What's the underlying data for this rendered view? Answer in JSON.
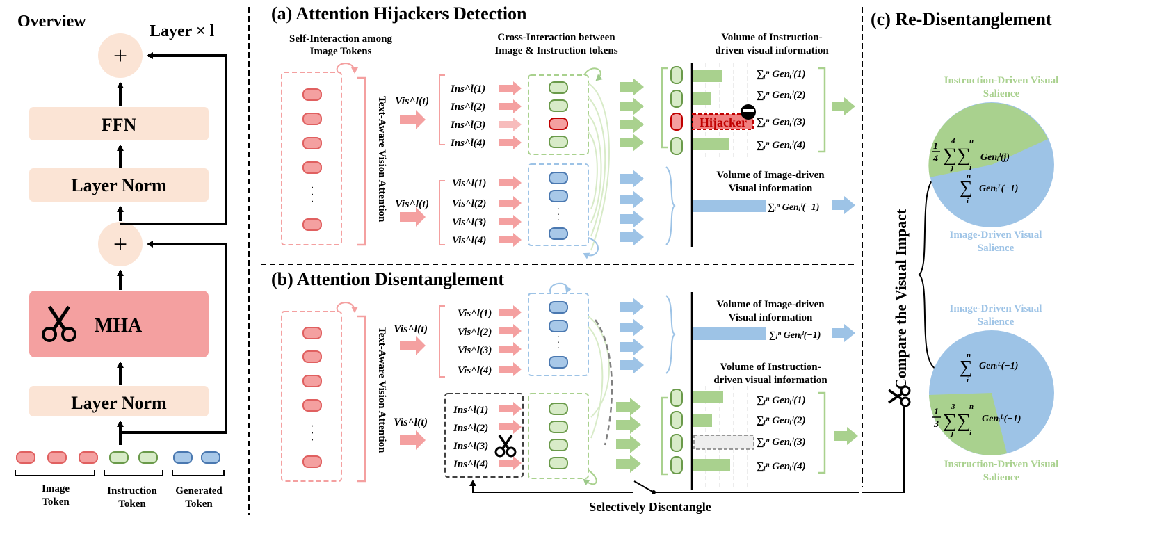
{
  "overview": {
    "title": "Overview",
    "layer_times": "Layer × l",
    "plus_symbol": "+",
    "ffn": "FFN",
    "layer_norm_top": "Layer Norm",
    "mha": "MHA",
    "layer_norm_bottom": "Layer Norm",
    "token_legend": {
      "image": [
        "Image",
        "Token"
      ],
      "instruction": [
        "Instruction",
        "Token"
      ],
      "generated": [
        "Generated",
        "Token"
      ]
    }
  },
  "panel_a": {
    "title": "(a) Attention Hijackers Detection",
    "self_interaction": [
      "Self-Interaction among",
      "Image Tokens"
    ],
    "cross_interaction": [
      "Cross-Interaction between",
      "Image & Instruction tokens"
    ],
    "vertical_label": "Text-Aware Vision Attention",
    "vis_t": "Vis^l(t)",
    "ins_rows": [
      "Ins^l(1)",
      "Ins^l(2)",
      "Ins^l(3)",
      "Ins^l(4)"
    ],
    "vis_rows": [
      "Vis^l(1)",
      "Vis^l(2)",
      "Vis^l(3)",
      "Vis^l(4)"
    ],
    "volume_instruction": [
      "Volume of  Instruction-",
      "driven visual information"
    ],
    "gen_labels": [
      "∑ᵢⁿ Genᵢˡ(1)",
      "∑ᵢⁿ Genᵢˡ(2)",
      "∑ᵢⁿ Genᵢˡ(3)",
      "∑ᵢⁿ Genᵢˡ(4)"
    ],
    "hijacker_label": "Hijacker",
    "volume_image": [
      "Volume of  Image-driven",
      "Visual information"
    ],
    "gen_image_label": "∑ᵢⁿ Genᵢˡ(−1)"
  },
  "panel_b": {
    "title": "(b) Attention Disentanglement",
    "vertical_label": "Text-Aware Vision Attention",
    "vis_t": "Vis^l(t)",
    "vis_rows": [
      "Vis^l(1)",
      "Vis^l(2)",
      "Vis^l(3)",
      "Vis^l(4)"
    ],
    "ins_rows": [
      "Ins^l(1)",
      "Ins^l(2)",
      "Ins^l(3)",
      "Ins^l(4)"
    ],
    "volume_image": [
      "Volume of  Image-driven",
      "Visual information"
    ],
    "gen_image_label": "∑ᵢⁿ Genᵢˡ(−1)",
    "volume_instruction": [
      "Volume of  Instruction-",
      "driven visual information"
    ],
    "gen_labels": [
      "∑ᵢⁿ Genᵢˡ(1)",
      "∑ᵢⁿ Genᵢˡ(2)",
      "∑ᵢⁿ Genᵢˡ(3)",
      "∑ᵢⁿ Genᵢˡ(4)"
    ],
    "selectively": "Selectively Disentangle"
  },
  "panel_c": {
    "title": "(c) Re-Disentanglement",
    "vertical_label": "Compare the Visual Impact",
    "pie_top": {
      "label_top": [
        "Instruction-Driven Visual",
        "Salience"
      ],
      "label_bottom": [
        "Image-Driven Visual",
        "Salience"
      ],
      "formula_green_frac": "1/4",
      "formula_green": "Genᵢˡ(j)",
      "formula_blue": "Genᵢᴸ(−1)",
      "sum_top_green": "4",
      "sum_top_green_n": "n",
      "sum_bottom_j": "j",
      "sum_bottom_i": "i",
      "sum_blue_n": "n",
      "sum_blue_i": "i"
    },
    "pie_bottom": {
      "label_top": [
        "Image-Driven Visual",
        "Salience"
      ],
      "label_bottom": [
        "Instruction-Driven Visual",
        "Salience"
      ],
      "formula_blue": "Genᵢᴸ(−1)",
      "formula_green_frac": "1/3",
      "formula_green": "Genᵢᴸ(−1)",
      "sum_top_green": "3",
      "sum_top_green_n": "n",
      "sum_bottom_j": "j",
      "sum_bottom_i": "i",
      "sum_blue_n": "n",
      "sum_blue_i": "i"
    }
  },
  "colors": {
    "peach": "#fbe4d5",
    "red_fill": "#f4a0a0",
    "red_stroke": "#e06060",
    "green_fill": "#d8ebc8",
    "green_stroke": "#6a9a4a",
    "blue_fill": "#a8c8e8",
    "blue_stroke": "#4a78b0",
    "green_bar": "#a9d18e",
    "blue_bar": "#9dc3e6",
    "hijacker_red": "#e0605a"
  }
}
